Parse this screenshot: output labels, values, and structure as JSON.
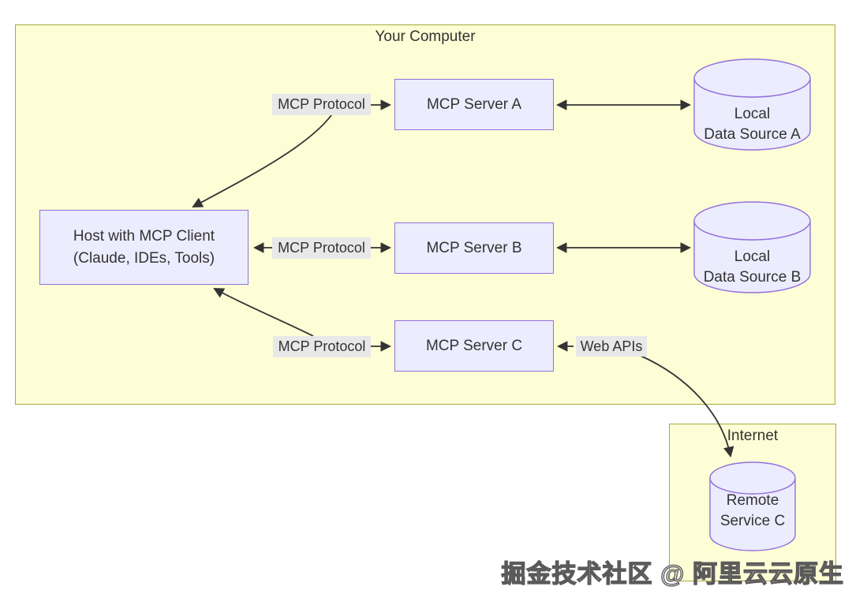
{
  "diagram": {
    "groups": {
      "your_computer": {
        "label": "Your Computer"
      },
      "internet": {
        "label": "Internet"
      }
    },
    "nodes": {
      "host": {
        "line1": "Host with MCP Client",
        "line2": "(Claude, IDEs, Tools)"
      },
      "server_a": {
        "label": "MCP Server A"
      },
      "server_b": {
        "label": "MCP Server B"
      },
      "server_c": {
        "label": "MCP Server C"
      },
      "data_source_a": {
        "line1": "Local",
        "line2": "Data Source A"
      },
      "data_source_b": {
        "line1": "Local",
        "line2": "Data Source B"
      },
      "remote_service_c": {
        "line1": "Remote",
        "line2": "Service C"
      }
    },
    "edge_labels": {
      "protocol_a": "MCP Protocol",
      "protocol_b": "MCP Protocol",
      "protocol_c": "MCP Protocol",
      "web_apis": "Web APIs"
    },
    "colors": {
      "group_fill": "#fdfdd6",
      "group_border": "#a9a93c",
      "node_fill": "#ececff",
      "node_border": "#9370db",
      "edge_label_bg": "#e8e8e8",
      "line": "#333333",
      "text": "#333333"
    }
  },
  "watermark": "掘金技术社区 @ 阿里云云原生"
}
